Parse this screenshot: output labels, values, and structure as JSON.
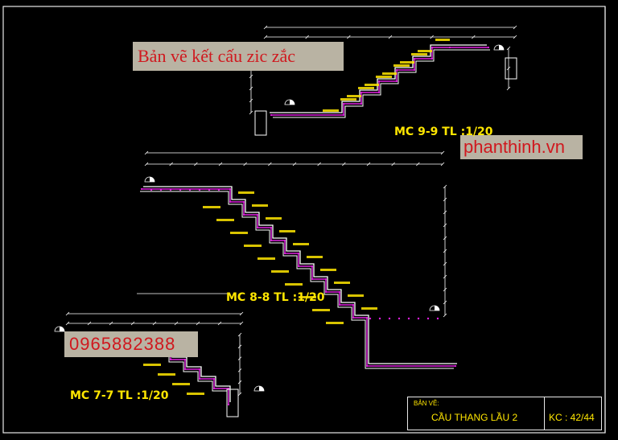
{
  "overlays": {
    "title": "Bản vẽ kết cấu zic zắc",
    "website": "phanthinh.vn",
    "phone": "0965882388"
  },
  "sections": {
    "mc99": "MC 9-9 TL :1/20",
    "mc88": "MC 8-8 TL :1/20",
    "mc77": "MC 7-7 TL :1/20"
  },
  "title_block": {
    "label": "BẢN VẼ:",
    "drawing_name": "CẦU THANG LẦU 2",
    "sheet": "KC : 42/44"
  },
  "colors": {
    "background": "#000000",
    "frame": "#e8e8e8",
    "slab": "#ffffff",
    "rebar": "#e020e0",
    "dimension": "#ffffff",
    "label": "#ffe600",
    "annotation": "#ffe600",
    "overlay_bg": "#b9b3a3",
    "overlay_text": "#d0181e"
  },
  "icons": [
    "level-marker-icon"
  ]
}
